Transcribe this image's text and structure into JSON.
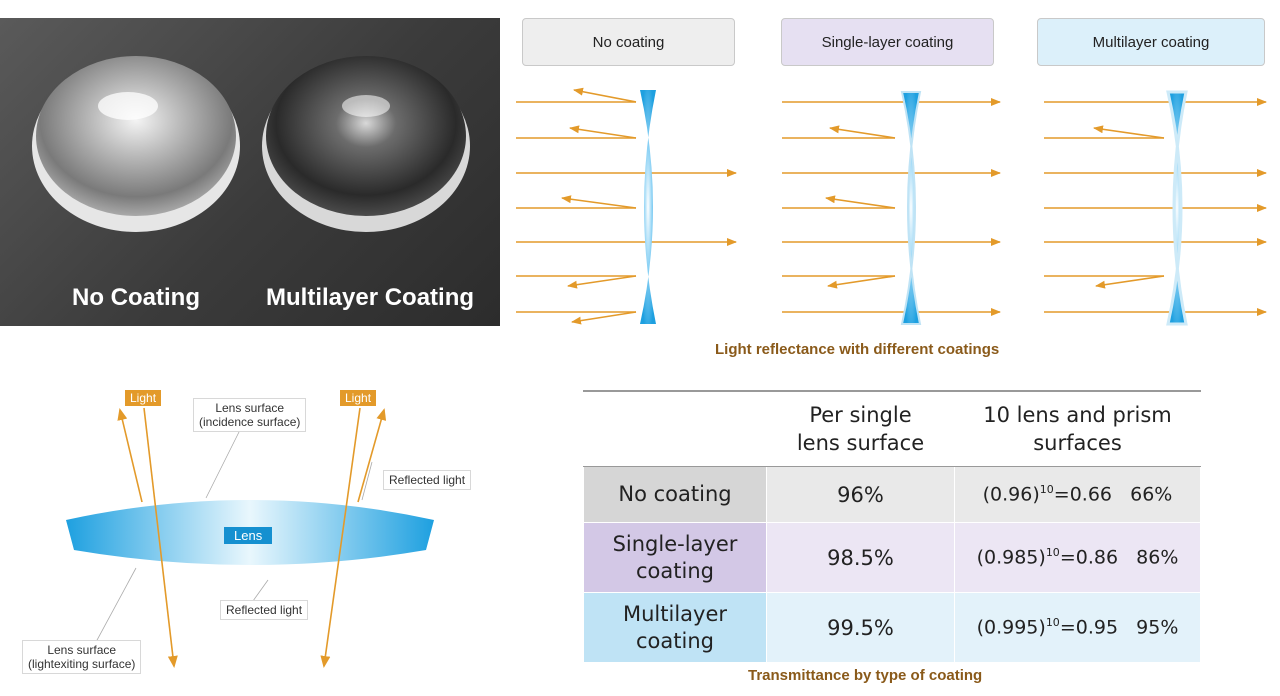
{
  "photo": {
    "left_caption": "No Coating",
    "right_caption": "Multilayer Coating"
  },
  "reflectance": {
    "headers": [
      "No coating",
      "Single-layer coating",
      "Multilayer coating"
    ],
    "caption": "Light reflectance with different coatings"
  },
  "lens_diagram": {
    "light_tag": "Light",
    "lens_label": "Lens",
    "incidence_surface": [
      "Lens surface",
      "(incidence surface)"
    ],
    "exiting_surface": [
      "Lens surface",
      "(lightexiting surface)"
    ],
    "reflected_light_right": "Reflected light",
    "reflected_light_bottom": "Reflected light"
  },
  "table": {
    "col_headers": [
      [
        "Per single",
        "lens surface"
      ],
      [
        "10 lens and prism",
        "surfaces"
      ]
    ],
    "rows": [
      {
        "label": [
          "No coating"
        ],
        "single": "96%",
        "base": "(0.96)",
        "exp": "10",
        "result": "=0.66   66%",
        "color": "#e9e9e9",
        "label_color": "#d6d6d6"
      },
      {
        "label": [
          "Single-layer",
          "coating"
        ],
        "single": "98.5%",
        "base": "(0.985)",
        "exp": "10",
        "result": "=0.86   86%",
        "color": "#ece6f4",
        "label_color": "#d3c8e6"
      },
      {
        "label": [
          "Multilayer",
          "coating"
        ],
        "single": "99.5%",
        "base": "(0.995)",
        "exp": "10",
        "result": "=0.95   95%",
        "color": "#e3f2fa",
        "label_color": "#bfe3f5"
      }
    ],
    "caption": "Transmittance by type of coating"
  },
  "colors": {
    "arrow": "#e39a2a",
    "lens_blue": "#1ea0e0",
    "caption_brown": "#8a5a1a"
  }
}
